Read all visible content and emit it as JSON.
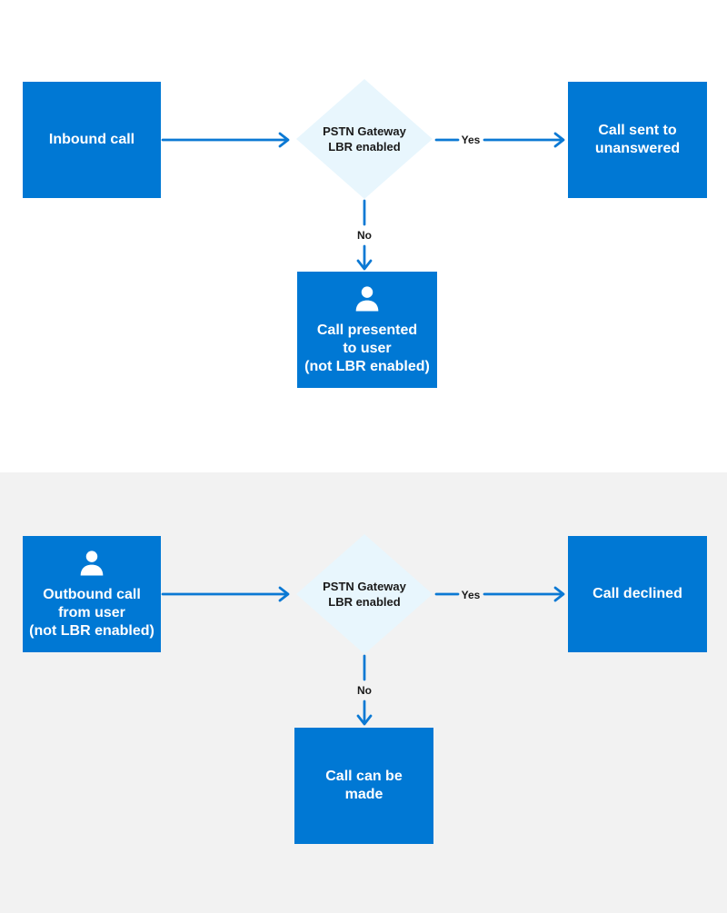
{
  "colors": {
    "node_blue": "#0078D4",
    "diamond_fill": "#E8F6FD",
    "arrow": "#0B79D4",
    "label_text": "#1A1A1A",
    "node_text": "#FFFFFF",
    "section_top_bg": "#FFFFFF",
    "section_bottom_bg": "#F2F2F2"
  },
  "flows": {
    "inbound": {
      "start": "Inbound call",
      "decision": "PSTN Gateway\nLBR enabled",
      "yes_label": "Yes",
      "no_label": "No",
      "yes_result": "Call sent to\nunanswered",
      "no_result": "Call presented\nto user\n(not LBR enabled)"
    },
    "outbound": {
      "start": "Outbound call\nfrom user\n(not LBR enabled)",
      "decision": "PSTN Gateway\nLBR enabled",
      "yes_label": "Yes",
      "no_label": "No",
      "yes_result": "Call declined",
      "no_result": "Call can be\nmade"
    }
  },
  "icons": {
    "person": "person-icon"
  }
}
